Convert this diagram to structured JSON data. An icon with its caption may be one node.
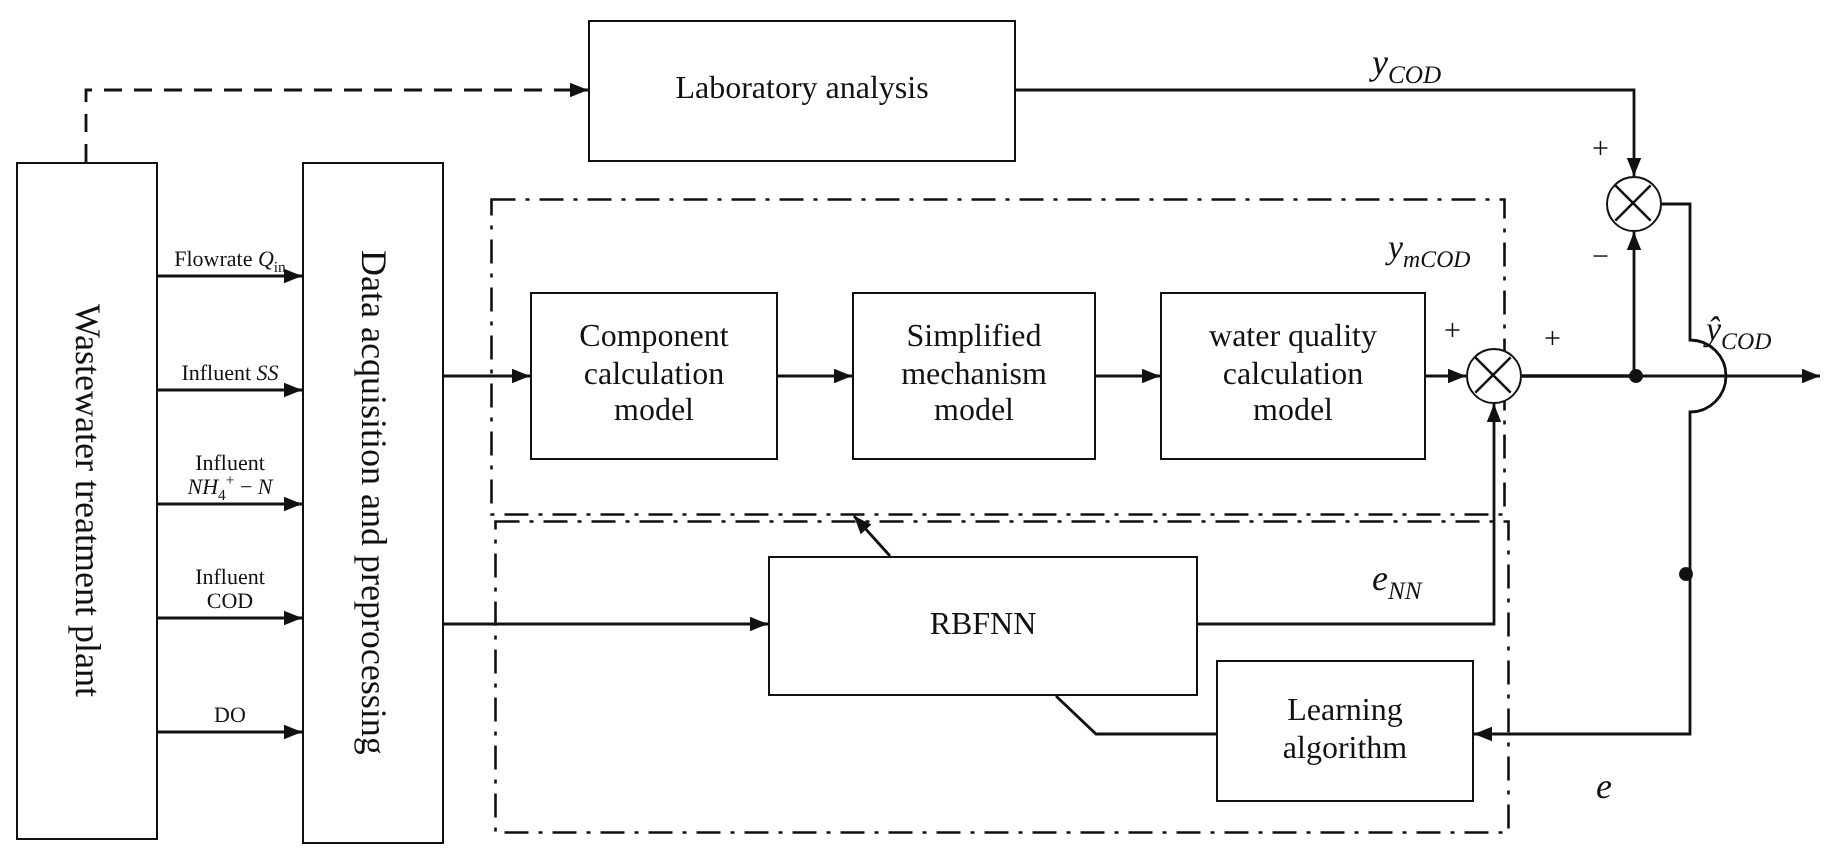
{
  "diagram": {
    "nodes": [
      {
        "text": [
          "Wastewater treatment plant"
        ]
      },
      {
        "text": [
          "Data acquisition and preprocessing"
        ]
      },
      {
        "text": [
          "Laboratory analysis"
        ]
      },
      {
        "text": [],
        "shape": "box"
      },
      {
        "text": [
          "Component calculation model"
        ],
        "in": 3
      },
      {
        "text": [
          "Simplified mechanism model"
        ],
        "in": 3
      },
      {
        "text": [
          "water quality calculation model"
        ],
        "in": 3
      },
      {
        "text": [],
        "shape": "box"
      },
      {
        "text": [
          "RBFNN"
        ],
        "in": 7
      },
      {
        "text": [
          "Learning algorithm"
        ],
        "in": 7
      },
      {
        "text": [],
        "shape": "circle"
      },
      {
        "text": [],
        "shape": "circle"
      }
    ],
    "edges": [
      {
        "from": 0,
        "to": 2,
        "arrow": "to",
        "style": "dashed"
      },
      {
        "from": 0,
        "to": 1,
        "arrow": "to",
        "label": "Flowrate *Q*$_{in}$"
      },
      {
        "from": 0,
        "to": 1,
        "arrow": "to",
        "label": "Influent *SS*"
      },
      {
        "from": 0,
        "to": 1,
        "arrow": "to",
        "label": "Influent *NH*$_{4}$$^{+}$ − *N*"
      },
      {
        "from": 0,
        "to": 1,
        "arrow": "to",
        "label": "Influent COD"
      },
      {
        "from": 0,
        "to": 1,
        "arrow": "to",
        "label": "DO"
      },
      {
        "from": 1,
        "to": 4,
        "arrow": "to"
      },
      {
        "from": 1,
        "to": 8,
        "arrow": "to"
      },
      {
        "from": 4,
        "to": 5,
        "arrow": "to"
      },
      {
        "from": 5,
        "to": 6,
        "arrow": "to"
      },
      {
        "from": 6,
        "to": 10,
        "arrow": "to"
      },
      {
        "from": 8,
        "to": 10,
        "arrow": "to",
        "label": "e$_{NN}$"
      },
      {
        "from": 10,
        "to": null,
        "arrow": "to"
      },
      {
        "from": 2,
        "to": 11,
        "arrow": "to",
        "label": "y$_{COD}$"
      },
      {
        "from": 10,
        "to": 11,
        "arrow": "to"
      },
      {
        "from": 11,
        "to": 9,
        "arrow": "to",
        "label": "e"
      },
      {
        "from": 9,
        "to": 8,
        "arrow": "none"
      },
      {
        "from": 8,
        "to": 3,
        "arrow": "to"
      }
    ],
    "labels": [
      "+",
      "−",
      "y$_{mCOD}$",
      "ŷ$_{COD}$",
      "+",
      "+"
    ]
  }
}
